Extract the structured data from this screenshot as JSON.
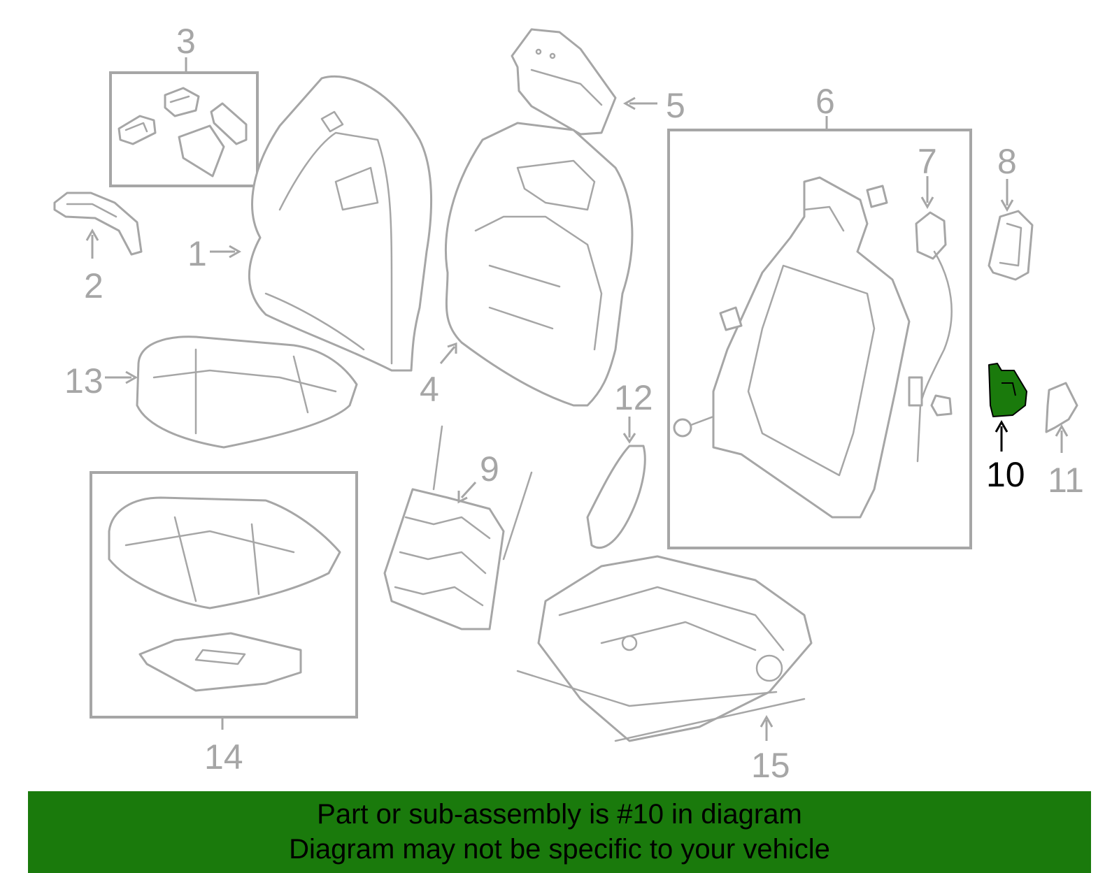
{
  "diagram": {
    "highlight_color": "#1a7a0c",
    "callouts": [
      "1",
      "2",
      "3",
      "4",
      "5",
      "6",
      "7",
      "8",
      "9",
      "10",
      "11",
      "12",
      "13",
      "14",
      "15"
    ],
    "highlighted_callout": "10"
  },
  "banner": {
    "line1": "Part or sub-assembly is #10 in diagram",
    "line2": "Diagram may not be specific to your vehicle"
  }
}
